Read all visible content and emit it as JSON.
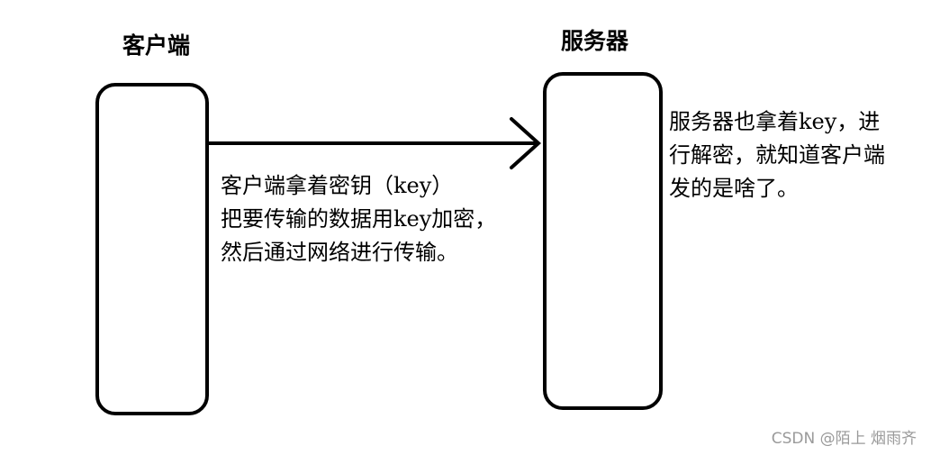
{
  "client": {
    "title": "客户端",
    "description": [
      "客户端拿着密钥（key）",
      "把要传输的数据用key加密，",
      "然后通过网络进行传输。"
    ]
  },
  "server": {
    "title": "服务器",
    "description": [
      "服务器也拿着key，进",
      "行解密，就知道客户端",
      "发的是啥了。"
    ]
  },
  "watermark": "CSDN @陌上 烟雨齐"
}
